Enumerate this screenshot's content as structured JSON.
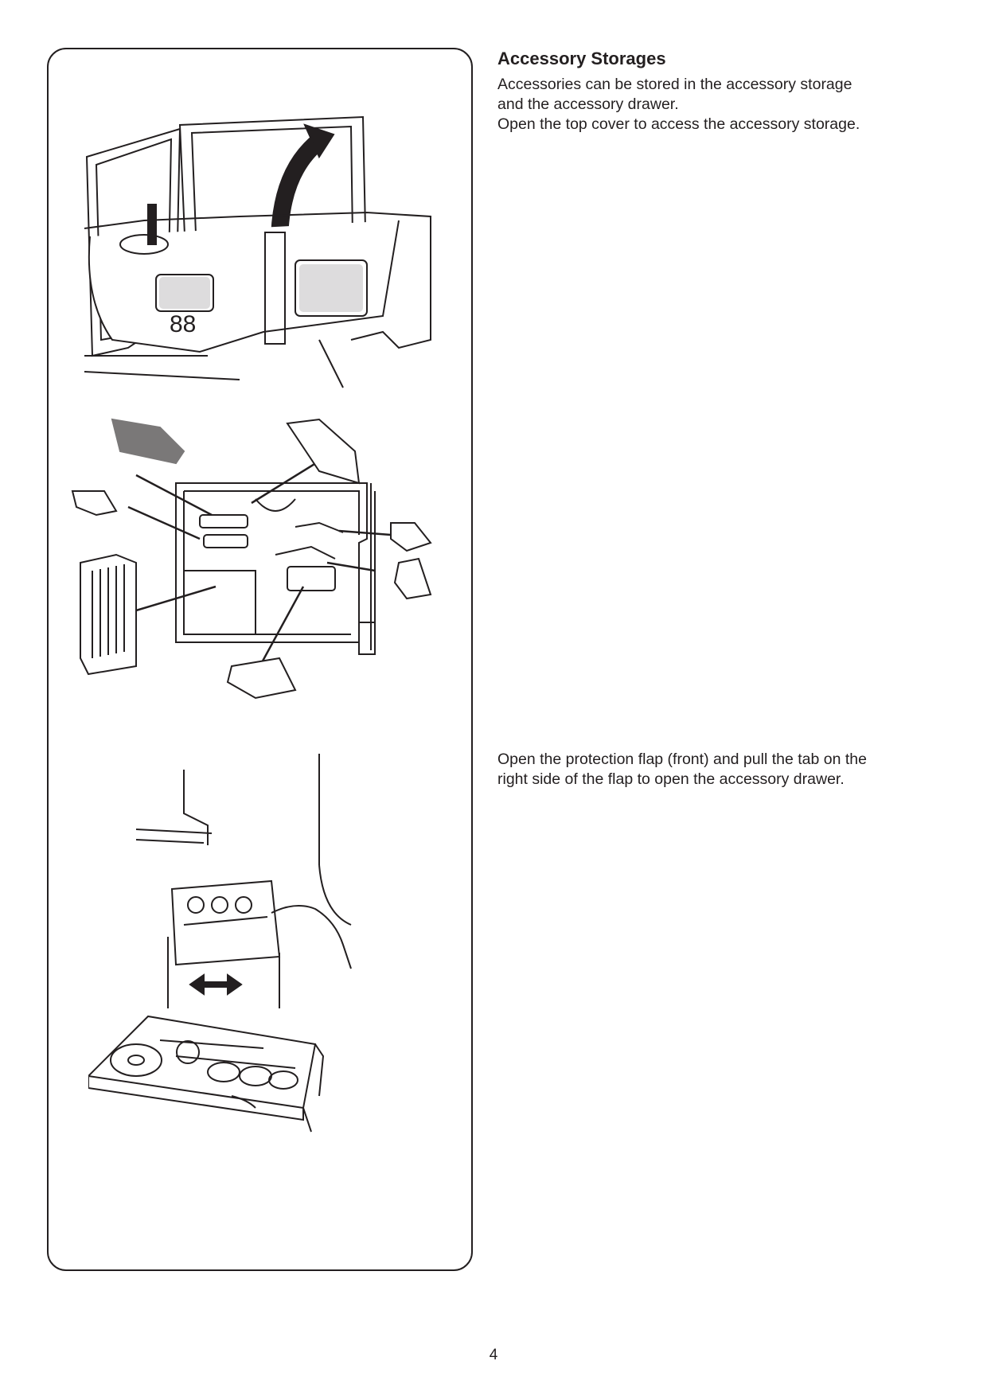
{
  "section": {
    "title": "Accessory Storages",
    "intro_line1": "Accessories can be stored in the accessory storage",
    "intro_line2": "and the accessory drawer.",
    "intro_line3": "Open the top cover to access the accessory storage.",
    "drawer_line1": "Open the protection flap (front) and pull the tab on the",
    "drawer_line2": "right side of the flap to open the accessory drawer."
  },
  "figures": {
    "top_cover_icon": "machine-top-cover-open",
    "storage_icon": "accessory-storage-presser-feet",
    "drawer_icon": "accessory-drawer-open"
  },
  "page": {
    "number": "4"
  },
  "colors": {
    "ink": "#231f20",
    "paper": "#ffffff"
  }
}
